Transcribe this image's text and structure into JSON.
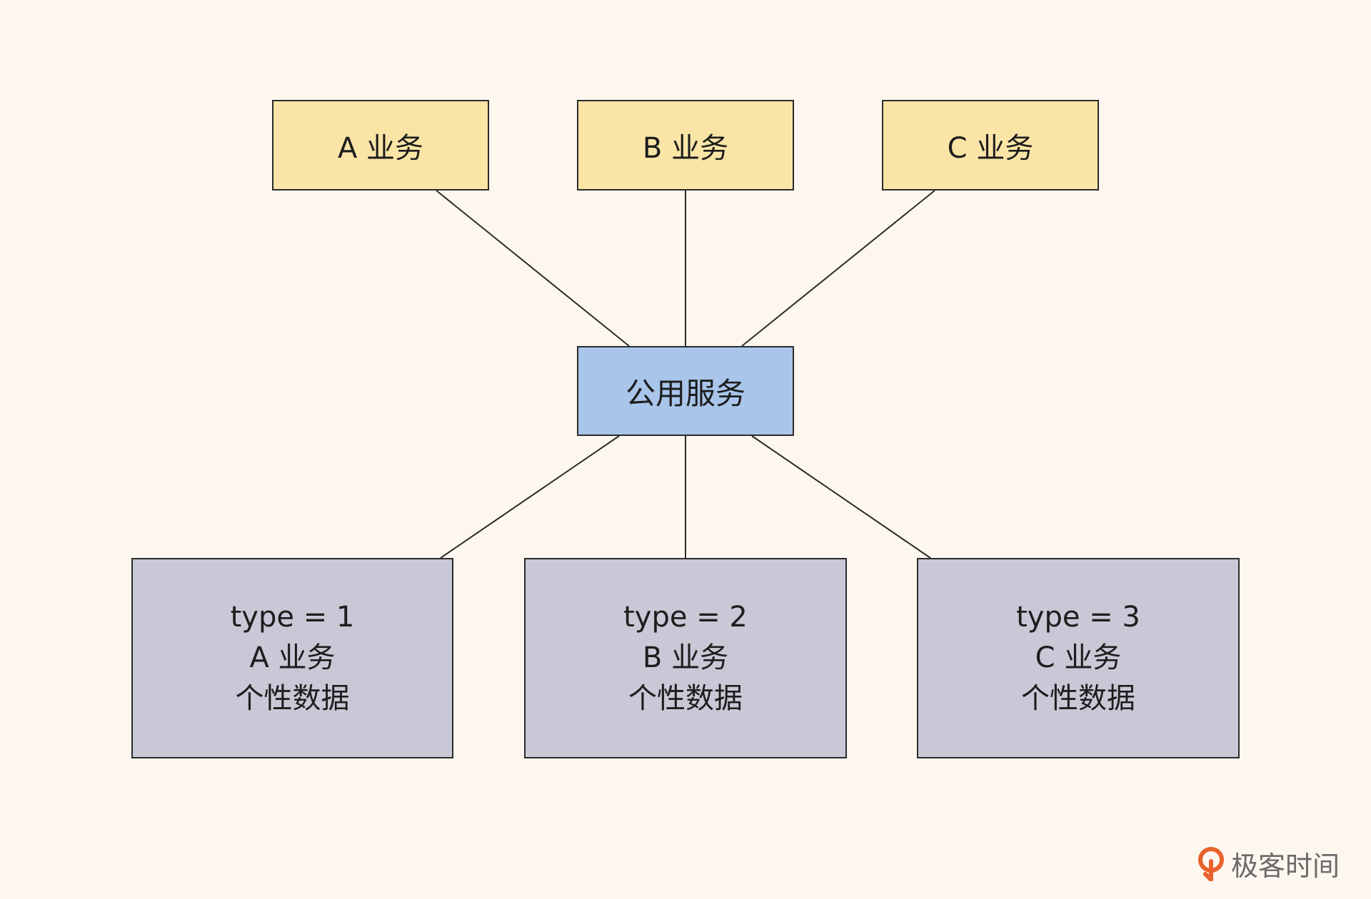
{
  "colors": {
    "background": "#fdf7ef",
    "business_fill": "#fbe5a6",
    "service_fill": "#a9c5ea",
    "data_fill": "#c8c8d6",
    "stroke": "#2b2b2b",
    "logo_orange": "#e8622b"
  },
  "top_nodes": [
    {
      "label": "A 业务"
    },
    {
      "label": "B 业务"
    },
    {
      "label": "C 业务"
    }
  ],
  "middle_node": {
    "label": "公用服务"
  },
  "bottom_nodes": [
    {
      "line1": "type = 1",
      "line2": "A 业务",
      "line3": "个性数据"
    },
    {
      "line1": "type = 2",
      "line2": "B 业务",
      "line3": "个性数据"
    },
    {
      "line1": "type = 3",
      "line2": "C 业务",
      "line3": "个性数据"
    }
  ],
  "watermark": {
    "text": "极客时间",
    "icon": "geektime-logo-icon"
  }
}
